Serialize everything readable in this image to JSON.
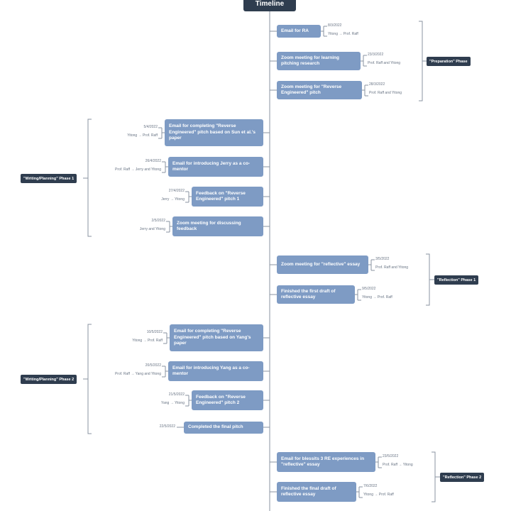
{
  "title": "Timeline",
  "phases": {
    "preparation": "\"Preparation\" Phase",
    "writing1": "\"Writing/Planning\" Phase 1",
    "reflection1": "\"Reflection\" Phase 1",
    "writing2": "\"Writing/Planning\" Phase 2",
    "reflection2": "\"Reflection\" Phase 2"
  },
  "events": [
    {
      "label": "Email for RA",
      "date": "8/3/2022",
      "people": "Yitong → Prof. Raff"
    },
    {
      "label": "Zoom meeting for learning pitching research",
      "date": "23/3/2022",
      "people": "Prof. Raff and Yitong"
    },
    {
      "label": "Zoom meeting for \"Reverse Engineered\" pitch",
      "date": "28/3/2022",
      "people": "Prof. Raff and Yitong"
    },
    {
      "label": "Email for completing \"Reverse Engineered\" pitch based on Sun et al.'s paper",
      "date": "5/4/2022",
      "people": "Yitong → Prof. Raff"
    },
    {
      "label": "Email for introducing Jerry as a co-mentor",
      "date": "26/4/2022",
      "people": "Prof. Raff → Jerry and Yitong"
    },
    {
      "label": "Feedback on \"Reverse Engineered\" pitch 1",
      "date": "27/4/2022",
      "people": "Jerry → Yitong"
    },
    {
      "label": "Zoom meeting for discussing feedback",
      "date": "2/5/2022",
      "people": "Jerry and Yitong"
    },
    {
      "label": "Zoom meeting for \"reflective\" essay",
      "date": "3/5/2022",
      "people": "Prof. Raff and Yitong"
    },
    {
      "label": "Finished the first draft of reflective essay",
      "date": "9/5/2022",
      "people": "Yitong → Prof. Raff"
    },
    {
      "label": "Email for completing \"Reverse Engineered\" pitch based on Yang's paper",
      "date": "10/5/2022",
      "people": "Yitong → Prof. Raff"
    },
    {
      "label": "Email for introducing Yang as a co-mentor",
      "date": "20/5/2022",
      "people": "Prof. Raff → Yang and Yitong"
    },
    {
      "label": "Feedback on \"Reverse Engineered\" pitch 2",
      "date": "21/5/2022",
      "people": "Yang → Yitong"
    },
    {
      "label": "Completed the final pitch",
      "date": "22/5/2022",
      "people": ""
    },
    {
      "label": "Email for blessits 3 RE experiences in \"reflective\" essay",
      "date": "23/5/2022",
      "people": "Prof. Raff → Yitong"
    },
    {
      "label": "Finished the final draft of reflective essay",
      "date": "7/6/2022",
      "people": "Yitong → Prof. Raff"
    }
  ]
}
